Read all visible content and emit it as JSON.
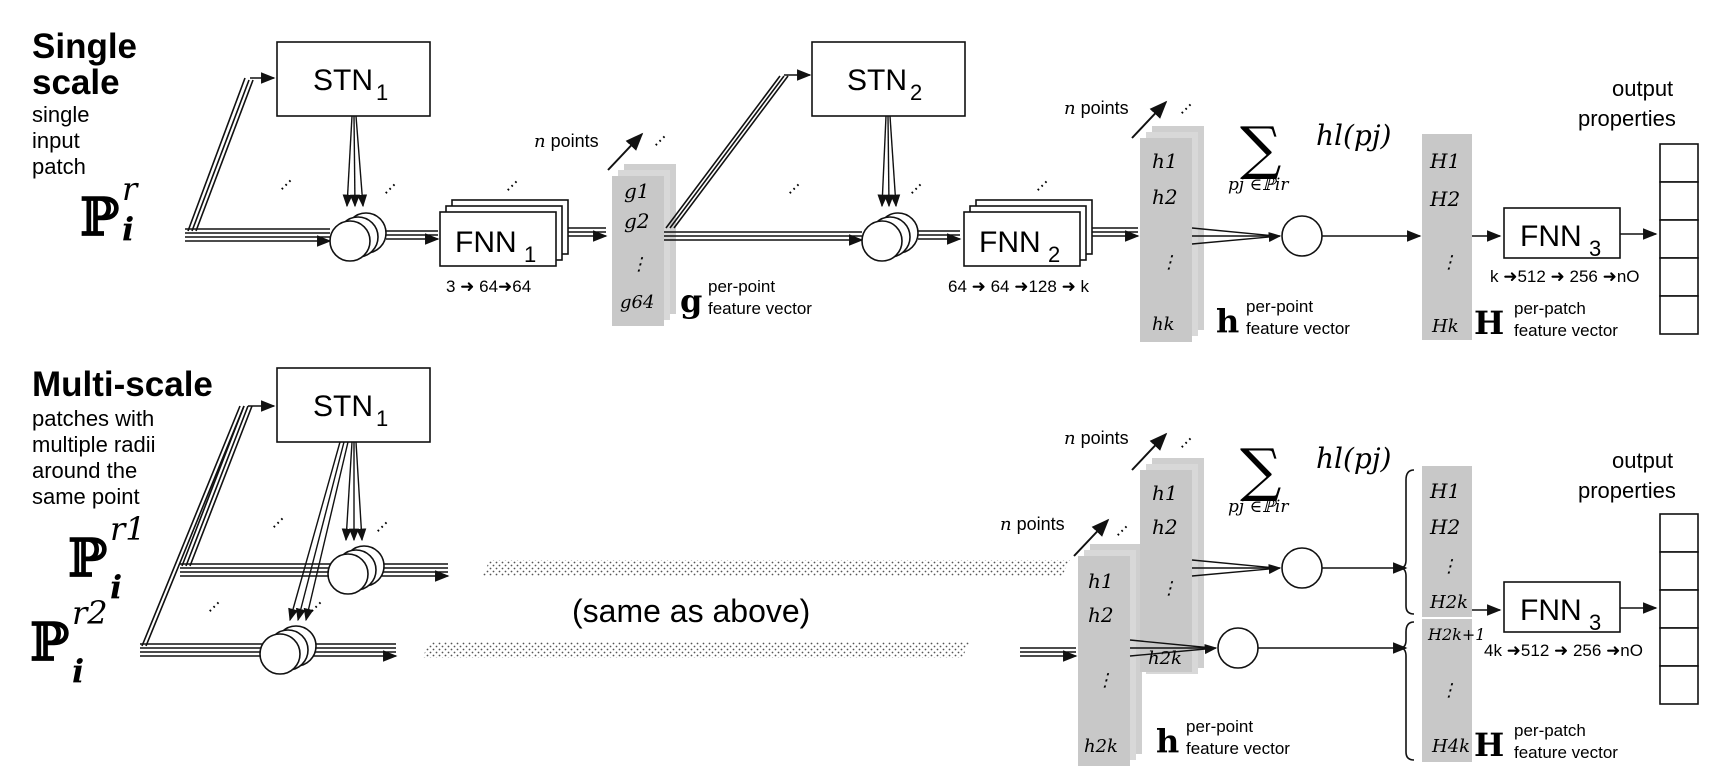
{
  "single": {
    "heading_line1": "Single",
    "heading_line2": "scale",
    "desc_lines": [
      "single",
      "input",
      "patch"
    ],
    "input_symbol": "ℙ",
    "input_sup": "r",
    "input_sub": "i",
    "stn1_label": "STN",
    "stn1_sub": "1",
    "stn2_label": "STN",
    "stn2_sub": "2",
    "fnn1_label": "FNN",
    "fnn1_sub": "1",
    "fnn1_dims": "3 ➜ 64➜64",
    "fnn2_label": "FNN",
    "fnn2_sub": "2",
    "fnn2_dims": "64 ➜ 64 ➜128 ➜ k",
    "fnn3_label": "FNN",
    "fnn3_sub": "3",
    "fnn3_dims": "k ➜512 ➜ 256 ➜nO",
    "npoints_label": "n points",
    "g_vector": [
      "g1",
      "g2",
      "⋮",
      "g64"
    ],
    "g_bold": "g",
    "g_caption": [
      "per-point",
      "feature vector"
    ],
    "h_vector": [
      "h1",
      "h2",
      "⋮",
      "hk"
    ],
    "h_bold": "h",
    "h_caption": [
      "per-point",
      "feature vector"
    ],
    "H_vector": [
      "H1",
      "H2",
      "⋮",
      "Hk"
    ],
    "H_bold": "H",
    "H_caption": [
      "per-patch",
      "feature vector"
    ],
    "sum_expr": "hl(pj)",
    "sum_sub": "pj ∈ℙir",
    "output_label": [
      "output",
      "properties"
    ]
  },
  "multi": {
    "heading": "Multi-scale",
    "desc_lines": [
      "patches with",
      "multiple radii",
      "around the",
      "same point"
    ],
    "input1_sup": "r1",
    "input2_sup": "r2",
    "input_sub": "i",
    "stn1_label": "STN",
    "stn1_sub": "1",
    "same_as_above": "(same as above)",
    "npoints_label": "n points",
    "h_vector_a": [
      "h1",
      "h2",
      "⋮",
      "h2k"
    ],
    "h_vector_b": [
      "h1",
      "h2",
      "⋮",
      "h2k"
    ],
    "h_bold": "h",
    "h_caption": [
      "per-point",
      "feature vector"
    ],
    "H_vector": [
      "H1",
      "H2",
      "⋮",
      "H2k",
      "H2k+1",
      "⋮",
      "H4k"
    ],
    "H_bold": "H",
    "H_caption": [
      "per-patch",
      "feature vector"
    ],
    "fnn3_label": "FNN",
    "fnn3_sub": "3",
    "fnn3_dims": "4k ➜512 ➜ 256 ➜nO",
    "sum_expr": "hl(pj)",
    "sum_sub": "pj ∈ℙir",
    "output_label": [
      "output",
      "properties"
    ]
  }
}
